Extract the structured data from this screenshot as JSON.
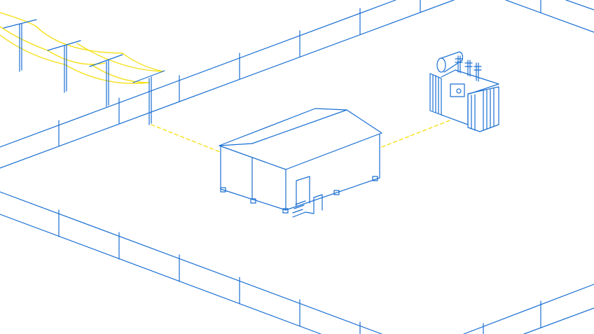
{
  "colors": {
    "line": "#1a6fd1",
    "power": "#f5e019",
    "background": "#ffffff"
  },
  "icons": [
    "fence",
    "power-line-pole",
    "cabin",
    "transformer",
    "cable"
  ]
}
